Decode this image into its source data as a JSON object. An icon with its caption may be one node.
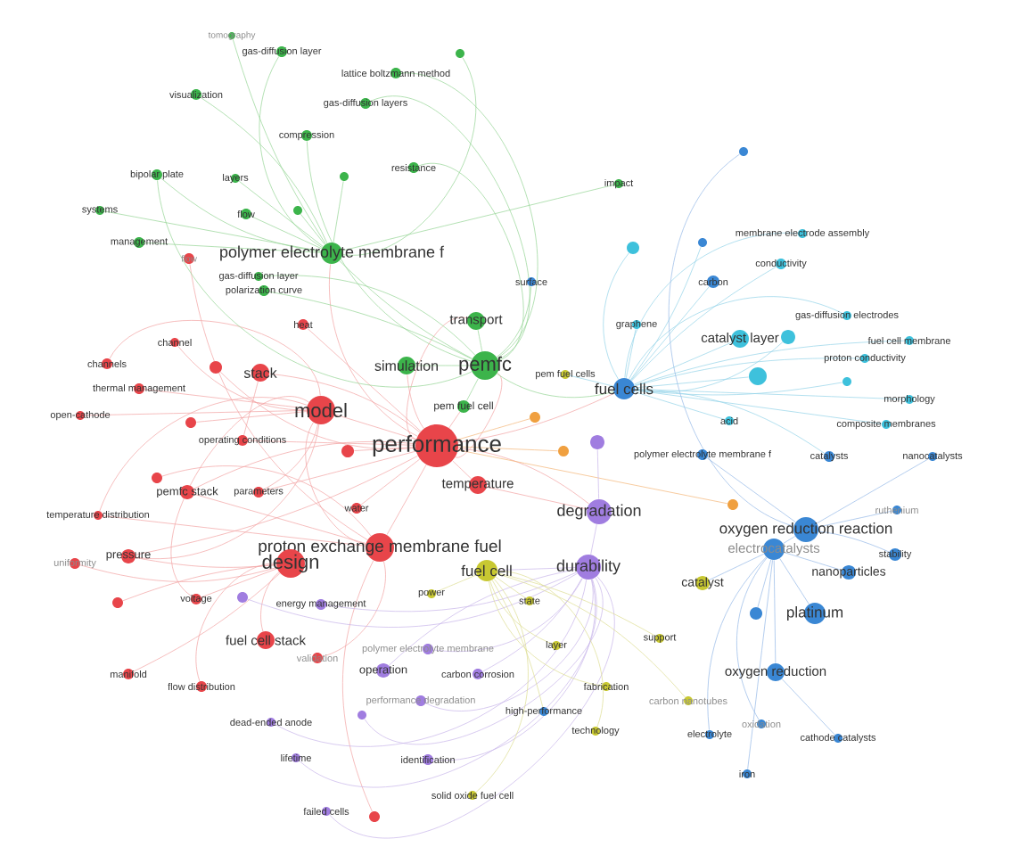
{
  "diagram": {
    "nodes": [
      {
        "text": [
          "tomography"
        ]
      },
      {
        "text": [
          "gas-diffusion layer"
        ]
      },
      {
        "text": [
          "lattice boltzmann method"
        ]
      },
      {
        "text": [],
        "shape": "circle"
      },
      {
        "text": [
          "visualization"
        ]
      },
      {
        "text": [
          "gas-diffusion layers"
        ]
      },
      {
        "text": [
          "compression"
        ]
      },
      {
        "text": [
          "resistance"
        ]
      },
      {
        "text": [
          "bipolar plate"
        ]
      },
      {
        "text": [
          "layers"
        ]
      },
      {
        "text": [],
        "shape": "circle"
      },
      {
        "text": [
          "impact"
        ]
      },
      {
        "text": [
          "systems"
        ]
      },
      {
        "text": [
          "flow"
        ]
      },
      {
        "text": [],
        "shape": "circle"
      },
      {
        "text": [
          "management"
        ]
      },
      {
        "text": [
          "polymer electrolyte membrane f"
        ]
      },
      {
        "text": [
          "gas-diffusion layer"
        ]
      },
      {
        "text": [
          "polarization curve"
        ]
      },
      {
        "text": [
          "transport"
        ]
      },
      {
        "text": [
          "simulation"
        ]
      },
      {
        "text": [
          "pemfc"
        ]
      },
      {
        "text": [
          "pem fuel cell"
        ]
      },
      {
        "text": [
          "surface"
        ]
      },
      {
        "text": [
          "flow"
        ]
      },
      {
        "text": [
          "heat"
        ]
      },
      {
        "text": [
          "channel"
        ]
      },
      {
        "text": [
          "channels"
        ]
      },
      {
        "text": [
          "stack"
        ]
      },
      {
        "text": [],
        "shape": "circle"
      },
      {
        "text": [
          "thermal management"
        ]
      },
      {
        "text": [
          "model"
        ]
      },
      {
        "text": [
          "open-cathode"
        ]
      },
      {
        "text": [],
        "shape": "circle"
      },
      {
        "text": [
          "operating conditions"
        ]
      },
      {
        "text": [
          "performance"
        ]
      },
      {
        "text": [],
        "shape": "circle"
      },
      {
        "text": [],
        "shape": "circle"
      },
      {
        "text": [
          "pemfc stack"
        ]
      },
      {
        "text": [
          "parameters"
        ]
      },
      {
        "text": [
          "temperature distribution"
        ]
      },
      {
        "text": [
          "temperature"
        ]
      },
      {
        "text": [
          "water"
        ]
      },
      {
        "text": [
          "proton exchange membrane fuel"
        ]
      },
      {
        "text": [
          "pressure"
        ]
      },
      {
        "text": [
          "uniformity"
        ]
      },
      {
        "text": [
          "design"
        ]
      },
      {
        "text": [],
        "shape": "circle"
      },
      {
        "text": [
          "voltage"
        ]
      },
      {
        "text": [
          "fuel cell stack"
        ]
      },
      {
        "text": [
          "validation"
        ]
      },
      {
        "text": [
          "manifold"
        ]
      },
      {
        "text": [
          "flow distribution"
        ]
      },
      {
        "text": [],
        "shape": "circle"
      },
      {
        "text": [
          "energy management"
        ]
      },
      {
        "text": [
          "polymer electrolyte membrane"
        ]
      },
      {
        "text": [
          "operation"
        ]
      },
      {
        "text": [
          "carbon corrosion"
        ]
      },
      {
        "text": [
          "performance degradation"
        ]
      },
      {
        "text": [],
        "shape": "circle"
      },
      {
        "text": [
          "dead-ended anode"
        ]
      },
      {
        "text": [
          "lifetime"
        ]
      },
      {
        "text": [
          "identification"
        ]
      },
      {
        "text": [
          "failed cells"
        ]
      },
      {
        "text": [],
        "shape": "circle"
      },
      {
        "text": [
          "degradation"
        ]
      },
      {
        "text": [
          "durability"
        ]
      },
      {
        "text": [],
        "shape": "circle"
      },
      {
        "text": [
          "fuel cell"
        ]
      },
      {
        "text": [
          "power"
        ]
      },
      {
        "text": [
          "state"
        ]
      },
      {
        "text": [
          "solid oxide fuel cell"
        ]
      },
      {
        "text": [
          "catalyst"
        ]
      },
      {
        "text": [
          "support"
        ]
      },
      {
        "text": [
          "layer"
        ]
      },
      {
        "text": [
          "fabrication"
        ]
      },
      {
        "text": [
          "carbon nanotubes"
        ]
      },
      {
        "text": [
          "technology"
        ]
      },
      {
        "text": [
          "high-performance"
        ]
      },
      {
        "text": [],
        "shape": "circle"
      },
      {
        "text": [],
        "shape": "circle"
      },
      {
        "text": [],
        "shape": "circle"
      },
      {
        "text": [],
        "shape": "circle"
      },
      {
        "text": [
          "membrane electrode assembly"
        ]
      },
      {
        "text": [],
        "shape": "circle"
      },
      {
        "text": [],
        "shape": "circle"
      },
      {
        "text": [
          "conductivity"
        ]
      },
      {
        "text": [
          "carbon"
        ]
      },
      {
        "text": [
          "gas-diffusion electrodes"
        ]
      },
      {
        "text": [
          "graphene"
        ]
      },
      {
        "text": [
          "catalyst layer"
        ]
      },
      {
        "text": [],
        "shape": "circle"
      },
      {
        "text": [
          "fuel cell membrane"
        ]
      },
      {
        "text": [
          "proton conductivity"
        ]
      },
      {
        "text": [
          "fuel cells"
        ]
      },
      {
        "text": [
          "pem fuel cells"
        ]
      },
      {
        "text": [],
        "shape": "circle"
      },
      {
        "text": [],
        "shape": "circle"
      },
      {
        "text": [
          "morphology"
        ]
      },
      {
        "text": [
          "acid"
        ]
      },
      {
        "text": [
          "composite membranes"
        ]
      },
      {
        "text": [
          "polymer electrolyte membrane f"
        ]
      },
      {
        "text": [
          "catalysts"
        ]
      },
      {
        "text": [
          "nanocatalysts"
        ]
      },
      {
        "text": [
          "ruthenium"
        ]
      },
      {
        "text": [
          "oxygen reduction reaction"
        ]
      },
      {
        "text": [
          "electrocatalysts"
        ]
      },
      {
        "text": [
          "stability"
        ]
      },
      {
        "text": [
          "nanoparticles"
        ]
      },
      {
        "text": [],
        "shape": "circle"
      },
      {
        "text": [
          "platinum"
        ]
      },
      {
        "text": [
          "oxygen reduction"
        ]
      },
      {
        "text": [
          "oxidation"
        ]
      },
      {
        "text": [
          "electrolyte"
        ]
      },
      {
        "text": [
          "cathode catalysts"
        ]
      },
      {
        "text": [
          "iron"
        ]
      }
    ],
    "edges": [
      {
        "from": 35,
        "to": 31,
        "arrow": "none"
      },
      {
        "from": 35,
        "to": 28,
        "arrow": "none"
      },
      {
        "from": 35,
        "to": 43,
        "arrow": "none"
      },
      {
        "from": 46,
        "to": 48,
        "arrow": "none"
      },
      {
        "from": 35,
        "to": 41,
        "arrow": "none"
      },
      {
        "from": 35,
        "to": 42,
        "arrow": "none"
      },
      {
        "from": 35,
        "to": 34,
        "arrow": "none"
      },
      {
        "from": 35,
        "to": 39,
        "arrow": "none"
      },
      {
        "from": 35,
        "to": 25,
        "arrow": "none"
      },
      {
        "from": 35,
        "to": 36,
        "arrow": "none"
      },
      {
        "from": 35,
        "to": 20,
        "arrow": "none"
      },
      {
        "from": 35,
        "to": 21,
        "arrow": "none"
      },
      {
        "from": 35,
        "to": 22,
        "arrow": "none"
      },
      {
        "from": 35,
        "to": 65,
        "arrow": "none"
      },
      {
        "from": 41,
        "to": 65,
        "arrow": "none"
      },
      {
        "from": 66,
        "to": 68,
        "arrow": "none",
        "color": "#c7b5ea"
      },
      {
        "from": 28,
        "to": 34,
        "arrow": "none"
      },
      {
        "from": 35,
        "to": 44,
        "arrow": "none"
      },
      {
        "from": 35,
        "to": 19,
        "arrow": "none"
      },
      {
        "from": 35,
        "to": 16,
        "arrow": "none"
      },
      {
        "from": 35,
        "to": 94,
        "arrow": "none"
      },
      {
        "from": 35,
        "to": 38,
        "arrow": "none"
      },
      {
        "from": 35,
        "to": 29,
        "arrow": "none"
      },
      {
        "from": 35,
        "to": 79,
        "arrow": "none",
        "color": "#f3b576"
      },
      {
        "from": 35,
        "to": 80,
        "arrow": "none",
        "color": "#f3b576"
      },
      {
        "from": 35,
        "to": 81,
        "arrow": "none",
        "color": "#f3b576"
      },
      {
        "from": 31,
        "to": 27,
        "arrow": "none"
      },
      {
        "from": 31,
        "to": 30,
        "arrow": "none"
      },
      {
        "from": 31,
        "to": 32,
        "arrow": "none"
      },
      {
        "from": 31,
        "to": 26,
        "arrow": "none"
      },
      {
        "from": 31,
        "to": 40,
        "arrow": "none"
      },
      {
        "from": 31,
        "to": 44,
        "arrow": "none"
      },
      {
        "from": 31,
        "to": 48,
        "arrow": "none"
      },
      {
        "from": 31,
        "to": 39,
        "arrow": "none"
      },
      {
        "from": 31,
        "to": 43,
        "arrow": "none"
      },
      {
        "from": 31,
        "to": 33,
        "arrow": "none"
      },
      {
        "from": 46,
        "to": 51,
        "arrow": "none"
      },
      {
        "from": 46,
        "to": 52,
        "arrow": "none"
      },
      {
        "from": 46,
        "to": 49,
        "arrow": "none"
      },
      {
        "from": 46,
        "to": 45,
        "arrow": "none"
      },
      {
        "from": 46,
        "to": 47,
        "arrow": "none"
      },
      {
        "from": 46,
        "to": 44,
        "arrow": "none"
      },
      {
        "from": 43,
        "to": 38,
        "arrow": "none"
      },
      {
        "from": 43,
        "to": 50,
        "arrow": "none"
      },
      {
        "from": 43,
        "to": 64,
        "arrow": "none"
      },
      {
        "from": 43,
        "to": 40,
        "arrow": "none"
      },
      {
        "from": 43,
        "to": 37,
        "arrow": "none"
      },
      {
        "from": 43,
        "to": 24,
        "arrow": "none"
      },
      {
        "from": 16,
        "to": 1,
        "arrow": "none",
        "color": "#94d494"
      },
      {
        "from": 21,
        "to": 2,
        "arrow": "none",
        "color": "#94d494"
      },
      {
        "from": 21,
        "to": 5,
        "arrow": "none",
        "color": "#94d494"
      },
      {
        "from": 21,
        "to": 6,
        "arrow": "none",
        "color": "#94d494"
      },
      {
        "from": 21,
        "to": 7,
        "arrow": "none",
        "color": "#94d494"
      },
      {
        "from": 21,
        "to": 19,
        "arrow": "none",
        "color": "#94d494"
      },
      {
        "from": 21,
        "to": 20,
        "arrow": "none",
        "color": "#94d494"
      },
      {
        "from": 21,
        "to": 16,
        "arrow": "none",
        "color": "#94d494"
      },
      {
        "from": 16,
        "to": 13,
        "arrow": "none",
        "color": "#94d494"
      },
      {
        "from": 21,
        "to": 18,
        "arrow": "none",
        "color": "#94d494"
      },
      {
        "from": 21,
        "to": 17,
        "arrow": "none",
        "color": "#94d494"
      },
      {
        "from": 21,
        "to": 8,
        "arrow": "none",
        "color": "#94d494"
      },
      {
        "from": 21,
        "to": 22,
        "arrow": "none",
        "color": "#94d494"
      },
      {
        "from": 21,
        "to": 94,
        "arrow": "none",
        "color": "#94d494"
      },
      {
        "from": 21,
        "to": 23,
        "arrow": "none",
        "color": "#94d494"
      },
      {
        "from": 16,
        "to": 0,
        "arrow": "none",
        "color": "#94d494"
      },
      {
        "from": 16,
        "to": 4,
        "arrow": "none",
        "color": "#94d494"
      },
      {
        "from": 16,
        "to": 8,
        "arrow": "none",
        "color": "#94d494"
      },
      {
        "from": 16,
        "to": 9,
        "arrow": "none",
        "color": "#94d494"
      },
      {
        "from": 16,
        "to": 10,
        "arrow": "none",
        "color": "#94d494"
      },
      {
        "from": 16,
        "to": 12,
        "arrow": "none",
        "color": "#94d494"
      },
      {
        "from": 16,
        "to": 15,
        "arrow": "none",
        "color": "#94d494"
      },
      {
        "from": 16,
        "to": 3,
        "arrow": "none",
        "color": "#94d494"
      },
      {
        "from": 16,
        "to": 14,
        "arrow": "none",
        "color": "#94d494"
      },
      {
        "from": 16,
        "to": 11,
        "arrow": "none",
        "color": "#94d494"
      },
      {
        "from": 94,
        "to": 83,
        "arrow": "none",
        "color": "#92d3e8"
      },
      {
        "from": 94,
        "to": 86,
        "arrow": "none",
        "color": "#92d3e8"
      },
      {
        "from": 94,
        "to": 87,
        "arrow": "none",
        "color": "#92d3e8"
      },
      {
        "from": 94,
        "to": 88,
        "arrow": "none",
        "color": "#92d3e8"
      },
      {
        "from": 94,
        "to": 89,
        "arrow": "none",
        "color": "#92d3e8"
      },
      {
        "from": 94,
        "to": 90,
        "arrow": "none",
        "color": "#92d3e8"
      },
      {
        "from": 94,
        "to": 92,
        "arrow": "none",
        "color": "#92d3e8"
      },
      {
        "from": 94,
        "to": 93,
        "arrow": "none",
        "color": "#92d3e8"
      },
      {
        "from": 94,
        "to": 96,
        "arrow": "none",
        "color": "#92d3e8"
      },
      {
        "from": 94,
        "to": 98,
        "arrow": "none",
        "color": "#92d3e8"
      },
      {
        "from": 94,
        "to": 99,
        "arrow": "none",
        "color": "#92d3e8"
      },
      {
        "from": 94,
        "to": 100,
        "arrow": "none",
        "color": "#92d3e8"
      },
      {
        "from": 94,
        "to": 102,
        "arrow": "none",
        "color": "#92d3e8"
      },
      {
        "from": 94,
        "to": 95,
        "arrow": "none",
        "color": "#92d3e8"
      },
      {
        "from": 94,
        "to": 84,
        "arrow": "none",
        "color": "#92d3e8"
      },
      {
        "from": 94,
        "to": 85,
        "arrow": "none",
        "color": "#92d3e8"
      },
      {
        "from": 94,
        "to": 91,
        "arrow": "none",
        "color": "#92d3e8"
      },
      {
        "from": 94,
        "to": 97,
        "arrow": "none",
        "color": "#92d3e8"
      },
      {
        "from": 105,
        "to": 101,
        "arrow": "none",
        "color": "#94b8e6"
      },
      {
        "from": 105,
        "to": 103,
        "arrow": "none",
        "color": "#94b8e6"
      },
      {
        "from": 105,
        "to": 104,
        "arrow": "none",
        "color": "#94b8e6"
      },
      {
        "from": 105,
        "to": 106,
        "arrow": "none",
        "color": "#94b8e6"
      },
      {
        "from": 105,
        "to": 107,
        "arrow": "none",
        "color": "#94b8e6"
      },
      {
        "from": 106,
        "to": 108,
        "arrow": "none",
        "color": "#94b8e6"
      },
      {
        "from": 106,
        "to": 109,
        "arrow": "none",
        "color": "#94b8e6"
      },
      {
        "from": 106,
        "to": 110,
        "arrow": "none",
        "color": "#94b8e6"
      },
      {
        "from": 106,
        "to": 111,
        "arrow": "none",
        "color": "#94b8e6"
      },
      {
        "from": 106,
        "to": 112,
        "arrow": "none",
        "color": "#94b8e6"
      },
      {
        "from": 106,
        "to": 113,
        "arrow": "none",
        "color": "#94b8e6"
      },
      {
        "from": 111,
        "to": 114,
        "arrow": "none",
        "color": "#94b8e6"
      },
      {
        "from": 106,
        "to": 115,
        "arrow": "none",
        "color": "#94b8e6"
      },
      {
        "from": 106,
        "to": 72,
        "arrow": "none",
        "color": "#94b8e6"
      },
      {
        "from": 105,
        "to": 82,
        "arrow": "none",
        "color": "#94b8e6"
      },
      {
        "from": 66,
        "to": 53,
        "arrow": "none",
        "color": "#c7b5ea"
      },
      {
        "from": 66,
        "to": 54,
        "arrow": "none",
        "color": "#c7b5ea"
      },
      {
        "from": 66,
        "to": 55,
        "arrow": "none",
        "color": "#c7b5ea"
      },
      {
        "from": 66,
        "to": 56,
        "arrow": "none",
        "color": "#c7b5ea"
      },
      {
        "from": 66,
        "to": 57,
        "arrow": "none",
        "color": "#c7b5ea"
      },
      {
        "from": 66,
        "to": 58,
        "arrow": "none",
        "color": "#c7b5ea"
      },
      {
        "from": 66,
        "to": 59,
        "arrow": "none",
        "color": "#c7b5ea"
      },
      {
        "from": 66,
        "to": 60,
        "arrow": "none",
        "color": "#c7b5ea"
      },
      {
        "from": 66,
        "to": 61,
        "arrow": "none",
        "color": "#c7b5ea"
      },
      {
        "from": 66,
        "to": 62,
        "arrow": "none",
        "color": "#c7b5ea"
      },
      {
        "from": 66,
        "to": 63,
        "arrow": "none",
        "color": "#c7b5ea"
      },
      {
        "from": 65,
        "to": 66,
        "arrow": "none",
        "color": "#c7b5ea"
      },
      {
        "from": 65,
        "to": 67,
        "arrow": "none",
        "color": "#c7b5ea"
      },
      {
        "from": 68,
        "to": 69,
        "arrow": "none",
        "color": "#dcdc90"
      },
      {
        "from": 68,
        "to": 70,
        "arrow": "none",
        "color": "#dcdc90"
      },
      {
        "from": 68,
        "to": 71,
        "arrow": "none",
        "color": "#dcdc90"
      },
      {
        "from": 68,
        "to": 73,
        "arrow": "none",
        "color": "#dcdc90"
      },
      {
        "from": 68,
        "to": 74,
        "arrow": "none",
        "color": "#dcdc90"
      },
      {
        "from": 68,
        "to": 75,
        "arrow": "none",
        "color": "#dcdc90"
      },
      {
        "from": 68,
        "to": 76,
        "arrow": "none",
        "color": "#dcdc90"
      },
      {
        "from": 68,
        "to": 77,
        "arrow": "none",
        "color": "#dcdc90"
      },
      {
        "from": 68,
        "to": 78,
        "arrow": "none",
        "color": "#dcdc90"
      }
    ]
  }
}
